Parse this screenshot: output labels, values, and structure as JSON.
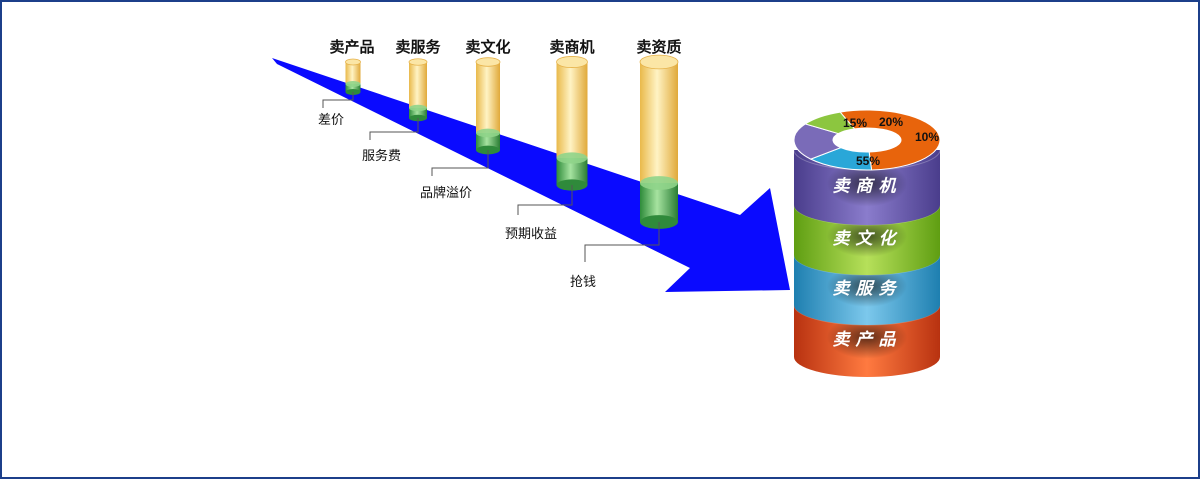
{
  "stages": [
    {
      "top": "卖产品",
      "bottom": "差价"
    },
    {
      "top": "卖服务",
      "bottom": "服务费"
    },
    {
      "top": "卖文化",
      "bottom": "品牌溢价"
    },
    {
      "top": "卖商机",
      "bottom": "预期收益"
    },
    {
      "top": "卖资质",
      "bottom": "抢钱"
    }
  ],
  "stack": {
    "layers": [
      "卖商机",
      "卖文化",
      "卖服务",
      "卖产品"
    ],
    "ring": [
      {
        "label": "55%",
        "value": 55,
        "color": "#e8640c"
      },
      {
        "label": "15%",
        "value": 15,
        "color": "#2aa7d8"
      },
      {
        "label": "20%",
        "value": 20,
        "color": "#7a6bb8"
      },
      {
        "label": "10%",
        "value": 10,
        "color": "#8cc63f"
      }
    ]
  },
  "colors": {
    "arrow": "#0a0aff",
    "frame": "#1c3f8a",
    "cylinder_body": "#f5d27a",
    "cylinder_base": "#4caf50",
    "layer_shangji": "#6a5aa8",
    "layer_wenhua": "#8cc63f",
    "layer_fuwu": "#3fa6d4",
    "layer_chanpin": "#d24a1e"
  }
}
